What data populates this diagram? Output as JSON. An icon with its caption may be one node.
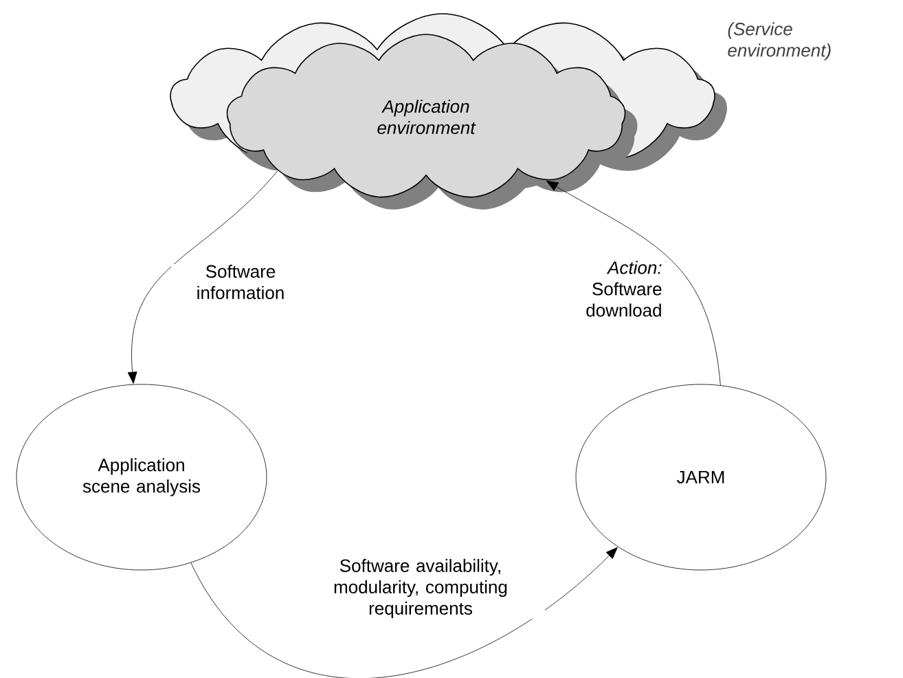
{
  "diagram": {
    "nodes": [
      {
        "text": [
          "(Service environment)"
        ]
      },
      {
        "text": [
          "Application environment"
        ]
      },
      {
        "text": [
          "Application scene analysis"
        ]
      },
      {
        "text": [
          "JARM"
        ]
      }
    ],
    "edges": [
      {
        "from": 1,
        "to": 2,
        "arrow": "to",
        "label": "Software information"
      },
      {
        "from": 2,
        "to": 3,
        "arrow": "to",
        "label": "Software availability, modularity, computing requirements"
      },
      {
        "from": 3,
        "to": 1,
        "arrow": "to",
        "label": "*Action:* Software download"
      }
    ]
  }
}
